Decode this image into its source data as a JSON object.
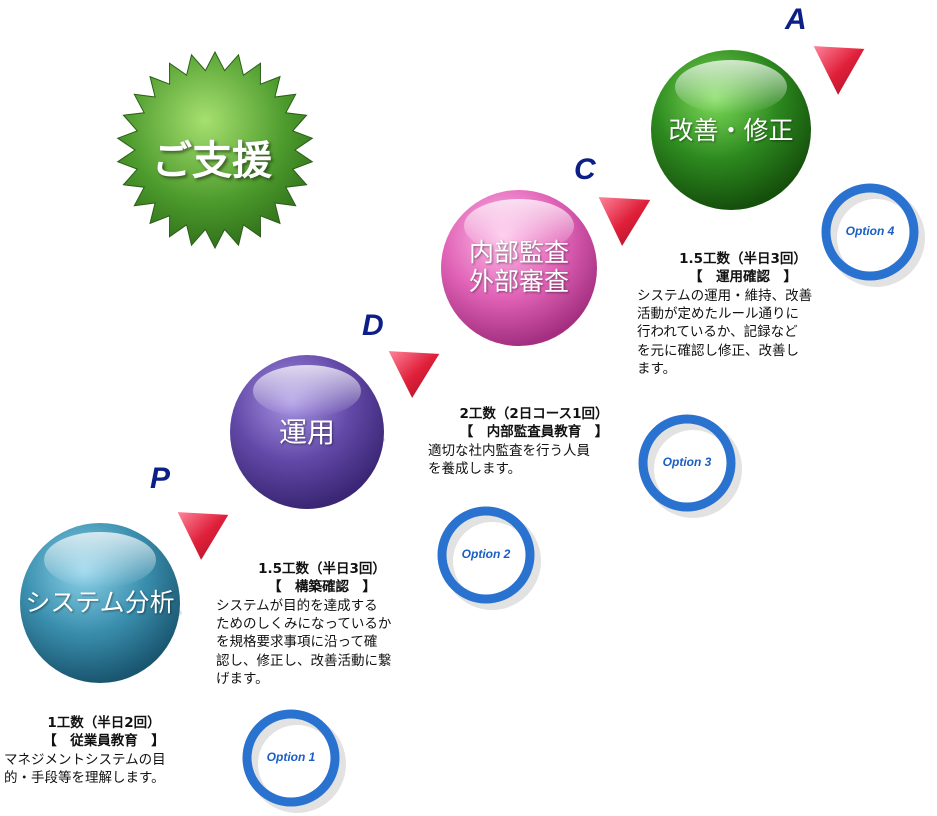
{
  "badge": {
    "label": "ご支援"
  },
  "steps": [
    {
      "letter": "P",
      "sphere": "システム分析",
      "hours": "1工数（半日2回）",
      "topic": "【　従業員教育　】",
      "lines": [
        "マネジメントシステムの目",
        "的・手段等を理解します。"
      ],
      "option": "Option 1"
    },
    {
      "letter": "D",
      "sphere": "運用",
      "hours": "1.5工数（半日3回）",
      "topic": "【　構築確認　】",
      "lines": [
        "システムが目的を達成する",
        "ためのしくみになっているか",
        "を規格要求事項に沿って確",
        "認し、修正し、改善活動に繋",
        "げます。"
      ],
      "option": "Option 2"
    },
    {
      "letter": "C",
      "sphere_lines": [
        "内部監査",
        "外部審査"
      ],
      "hours": "2工数（2日コース1回）",
      "topic": "【　内部監査員教育　】",
      "lines": [
        "適切な社内監査を行う人員",
        "を養成します。"
      ],
      "option": "Option 3"
    },
    {
      "letter": "A",
      "sphere": "改善・修正",
      "hours": "1.5工数（半日3回）",
      "topic": "【　運用確認　】",
      "lines": [
        "システムの運用・維持、改善",
        "活動が定めたルール通りに",
        "行われているか、記録など",
        "を元に確認し修正、改善し",
        "ます。"
      ],
      "option": "Option 4"
    }
  ],
  "colors": {
    "green": "#2e8a22",
    "purple": "#6a52b0",
    "pink": "#e263b8",
    "teal": "#3a8fae",
    "triangle": "#e0203a",
    "letter": "#0c1f86",
    "ring": "#2a72d0"
  }
}
